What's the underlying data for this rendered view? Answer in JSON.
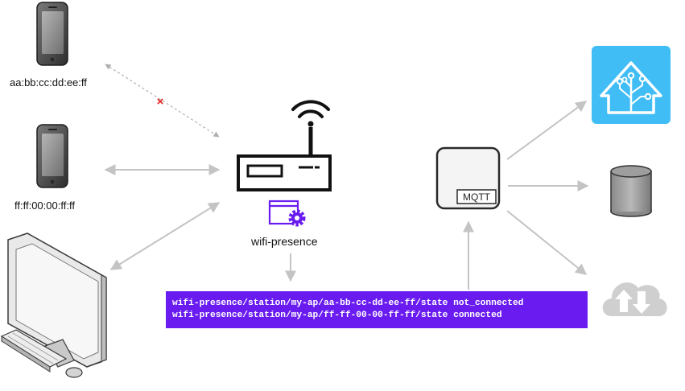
{
  "devices": {
    "phone_top_mac": "aa:bb:cc:dd:ee:ff",
    "phone_mid_mac": "ff:ff:00:00:ff:ff"
  },
  "router": {
    "label": "wifi-presence"
  },
  "mqtt": {
    "label": "MQTT"
  },
  "messages": [
    "wifi-presence/station/my-ap/aa-bb-cc-dd-ee-ff/state not_connected",
    "wifi-presence/station/my-ap/ff-ff-00-00-ff-ff/state connected"
  ],
  "disconnect_mark": "×",
  "colors": {
    "code_bg": "#6a1cf0",
    "accent": "#6a1cf0",
    "ha_blue": "#41bdf5",
    "disconnect": "#e0201c",
    "arrow": "#c4c4c4"
  },
  "icons": [
    "phone-icon",
    "computer-icon",
    "router-icon",
    "app-gear-icon",
    "mqtt-broker-icon",
    "home-assistant-icon",
    "database-icon",
    "cloud-sync-icon"
  ]
}
